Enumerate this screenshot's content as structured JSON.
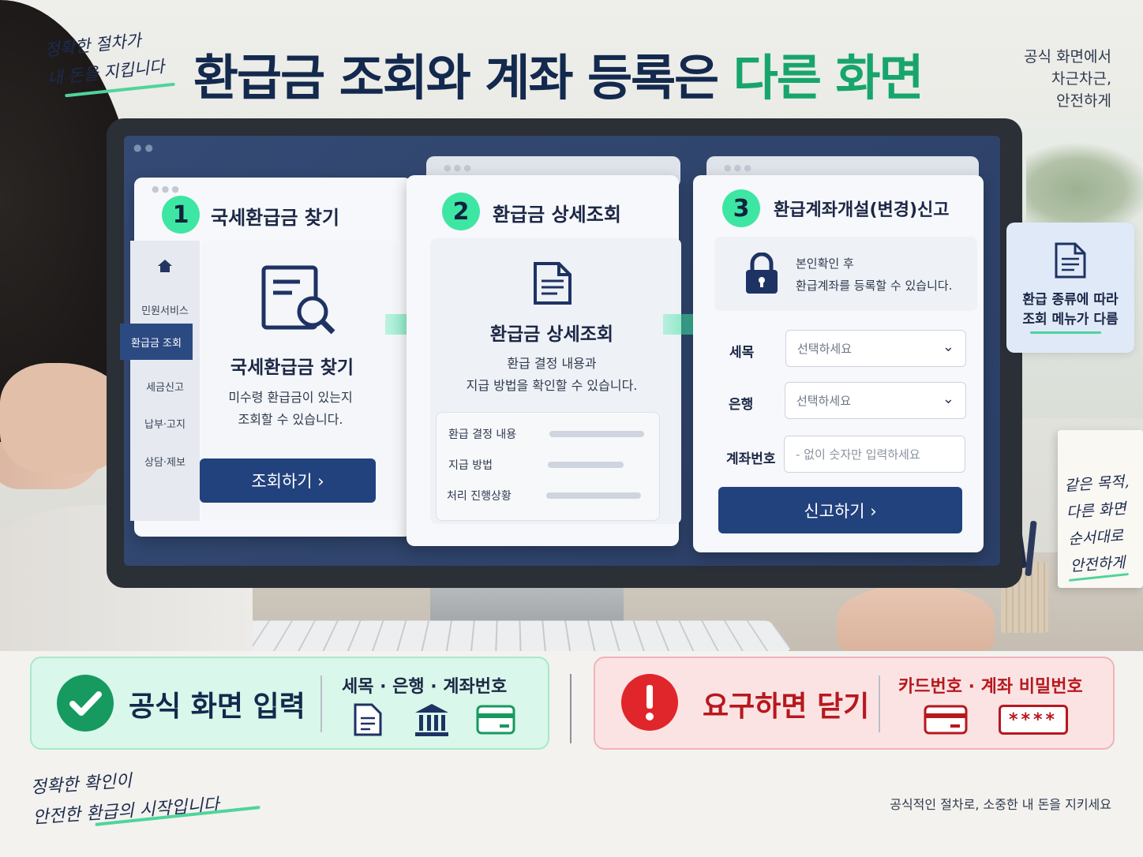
{
  "header": {
    "left_note": [
      "정확한 절차가",
      "내 돈을 지킵니다"
    ],
    "title_main": "환급금 조회와 계좌 등록은 ",
    "title_accent": "다른 화면",
    "right_note": [
      "공식 화면에서",
      "차근차근,",
      "안전하게"
    ]
  },
  "panel1": {
    "step": "1",
    "title": "국세환급금 찾기",
    "nav": [
      "민원서비스",
      "환급금 조회",
      "세금신고",
      "납부·고지",
      "상담·제보"
    ],
    "heading": "국세환급금 찾기",
    "desc": [
      "미수령 환급금이 있는지",
      "조회할 수 있습니다."
    ],
    "button": "조회하기 ›"
  },
  "panel2": {
    "step": "2",
    "title": "환급금 상세조회",
    "heading": "환급금 상세조회",
    "desc": [
      "환급 결정 내용과",
      "지급 방법을 확인할 수 있습니다."
    ],
    "rows": [
      "환급 결정 내용",
      "지급 방법",
      "처리 진행상황"
    ]
  },
  "panel3": {
    "step": "3",
    "title": "환급계좌개설(변경)신고",
    "notice": [
      "본인확인 후",
      "환급계좌를 등록할 수 있습니다."
    ],
    "fields": [
      {
        "label": "세목",
        "value": "선택하세요"
      },
      {
        "label": "은행",
        "value": "선택하세요"
      },
      {
        "label": "계좌번호",
        "value": "- 없이 숫자만 입력하세요"
      }
    ],
    "button": "신고하기 ›"
  },
  "side_card": [
    "환급 종류에 따라",
    "조회 메뉴가 다름"
  ],
  "note_card": [
    "같은 목적,",
    "다른 화면",
    "순서대로",
    "안전하게"
  ],
  "ok_box": {
    "label": "공식 화면 입력",
    "items": "세목 · 은행 · 계좌번호"
  },
  "no_box": {
    "label": "요구하면 닫기",
    "items": "카드번호 · 계좌 비밀번호",
    "mask": "****"
  },
  "footer": {
    "left_note": [
      "정확한 확인이",
      "안전한 환급의 시작입니다"
    ],
    "right_text": "공식적인 절차로, 소중한 내 돈을 지키세요"
  },
  "colors": {
    "navy": "#22427e",
    "green": "#17a56b",
    "mint": "#3ee6a3",
    "red": "#e0262b"
  }
}
